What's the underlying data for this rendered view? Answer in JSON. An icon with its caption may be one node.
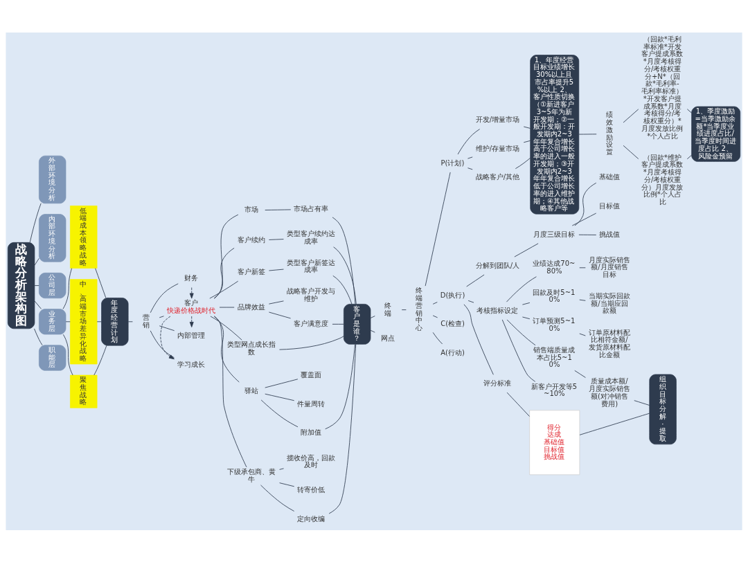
{
  "diagram": {
    "nodes": [
      {
        "text": [
          "战略分析架构图"
        ]
      },
      {
        "text": [
          "外部环境分析"
        ]
      },
      {
        "text": [
          "内部环境分析"
        ]
      },
      {
        "text": [
          "公司层"
        ]
      },
      {
        "text": [
          "业务层"
        ]
      },
      {
        "text": [
          "职能层"
        ]
      },
      {
        "text": [
          "低端成本领略战略"
        ]
      },
      {
        "text": [
          "中、高端市场差异化战略"
        ]
      },
      {
        "text": [
          "聚焦战略"
        ]
      },
      {
        "text": [
          "年度经营计划"
        ]
      },
      {
        "text": [
          "营销"
        ]
      },
      {
        "text": [
          "财务"
        ]
      },
      {
        "text": [
          "客户",
          "快递价格战时代"
        ]
      },
      {
        "text": [
          "内部管理"
        ]
      },
      {
        "text": [
          "学习成长"
        ]
      },
      {
        "text": [
          "市场"
        ]
      },
      {
        "text": [
          "市场占有率"
        ]
      },
      {
        "text": [
          "客户续约"
        ]
      },
      {
        "text": [
          "类型客户续约达成率"
        ]
      },
      {
        "text": [
          "客户新签"
        ]
      },
      {
        "text": [
          "类型客户新签达成率"
        ]
      },
      {
        "text": [
          "品牌效益"
        ]
      },
      {
        "text": [
          "战略客户开发与维护"
        ]
      },
      {
        "text": [
          "客户满意度"
        ]
      },
      {
        "text": [
          "类型网点成长指数"
        ]
      },
      {
        "text": [
          "驿站"
        ]
      },
      {
        "text": [
          "覆盖面"
        ]
      },
      {
        "text": [
          "件量周转"
        ]
      },
      {
        "text": [
          "附加值"
        ]
      },
      {
        "text": [
          "下级承包商、黄牛"
        ]
      },
      {
        "text": [
          "揽收价高，回款及时"
        ]
      },
      {
        "text": [
          "转寄价低"
        ]
      },
      {
        "text": [
          "定向收编"
        ]
      },
      {
        "text": [
          "客户是谁？"
        ]
      },
      {
        "text": [
          "终端"
        ]
      },
      {
        "text": [
          "终端营销中心"
        ]
      },
      {
        "text": [
          "网点"
        ]
      },
      {
        "text": [
          "P(计划)"
        ]
      },
      {
        "text": [
          "D(执行)"
        ]
      },
      {
        "text": [
          "C(检查)"
        ]
      },
      {
        "text": [
          "A(行动)"
        ]
      },
      {
        "text": [
          "开发/增量市场"
        ]
      },
      {
        "text": [
          "维护/存量市场"
        ]
      },
      {
        "text": [
          "战略客户/其他"
        ]
      },
      {
        "text": [
          "1、年度经营目标业绩增长30%以上且市占率提升5%以上 2、客户性质切换（①新进客户3~5年为新开发期；②一般开发期：开发期内2~3年年复合增长高于公司增长率的进入一般开发期；③开发期内2~3年年复合增长低于公司增长率的进入维护期；④其他战略客户等"
        ]
      },
      {
        "text": [
          "绩效激励设置"
        ]
      },
      {
        "text": [
          "（回款*毛利率标准*开发客户提成系数*月度考核得分/考核权重分+N*（回款*毛利率-毛利率标准）*开发客户提成系数*月度考核得分/考核权重分）*月度发放比例*个人占比"
        ]
      },
      {
        "text": [
          "（回款*维护客户提成系数*月度考核得分/考核权重分）月度发放比例*个人占比"
        ]
      },
      {
        "text": [
          "1、季度激励=当季激励余额*当季度业绩进度占比/当季度时间进度占比 2、风险金预留"
        ]
      },
      {
        "text": [
          "分解到团队/人"
        ]
      },
      {
        "text": [
          "月度三级目标"
        ]
      },
      {
        "text": [
          "基础值"
        ]
      },
      {
        "text": [
          "目标值"
        ]
      },
      {
        "text": [
          "挑战值"
        ]
      },
      {
        "text": [
          "考核指标设定"
        ]
      },
      {
        "text": [
          "业绩达成70~80%"
        ]
      },
      {
        "text": [
          "月度实际销售额/月度销售目标"
        ]
      },
      {
        "text": [
          "回款及时5~10%"
        ]
      },
      {
        "text": [
          "当期实际回款额/当期应回款额"
        ]
      },
      {
        "text": [
          "订单预测5~10%"
        ]
      },
      {
        "text": [
          "订单原材料配比相符金额/发货原材料配比金额"
        ]
      },
      {
        "text": [
          "销售端质量成本占比5~10%"
        ]
      },
      {
        "text": [
          "质量成本额/月度实际销售额(对冲销售费用)"
        ]
      },
      {
        "text": [
          "新客户开发等5~10%"
        ]
      },
      {
        "text": [
          "评分标准"
        ]
      },
      {
        "text": [
          "得分",
          "达成",
          "基础值",
          "目标值",
          "挑战值"
        ]
      },
      {
        "text": [
          "组织目标分解·提取"
        ]
      }
    ],
    "edges": [
      {
        "from": 0,
        "to": 1,
        "arrow": "none"
      },
      {
        "from": 0,
        "to": 2,
        "arrow": "none"
      },
      {
        "from": 0,
        "to": 3,
        "arrow": "none"
      },
      {
        "from": 0,
        "to": 4,
        "arrow": "none"
      },
      {
        "from": 0,
        "to": 5,
        "arrow": "none"
      },
      {
        "from": 4,
        "to": 6,
        "arrow": "none"
      },
      {
        "from": 4,
        "to": 7,
        "arrow": "none"
      },
      {
        "from": 4,
        "to": 8,
        "arrow": "none"
      },
      {
        "from": 6,
        "to": 9,
        "arrow": "none"
      },
      {
        "from": 7,
        "to": 9,
        "arrow": "none"
      },
      {
        "from": 8,
        "to": 9,
        "arrow": "none"
      },
      {
        "from": 9,
        "to": 10,
        "arrow": "none"
      },
      {
        "from": 10,
        "to": 11,
        "arrow": "none"
      },
      {
        "from": 10,
        "to": 12,
        "arrow": "none"
      },
      {
        "from": 10,
        "to": 13,
        "arrow": "none"
      },
      {
        "from": 10,
        "to": 14,
        "arrow": "none"
      },
      {
        "from": 11,
        "to": 12,
        "arrow": "to",
        "style": "dashed"
      },
      {
        "from": 12,
        "to": 13,
        "arrow": "to",
        "style": "dashed"
      },
      {
        "from": 12,
        "to": 14,
        "arrow": "to",
        "style": "dashed"
      },
      {
        "from": 12,
        "to": 15,
        "arrow": "none"
      },
      {
        "from": 12,
        "to": 17,
        "arrow": "none"
      },
      {
        "from": 12,
        "to": 19,
        "arrow": "none"
      },
      {
        "from": 12,
        "to": 21,
        "arrow": "none"
      },
      {
        "from": 12,
        "to": 24,
        "arrow": "none"
      },
      {
        "from": 12,
        "to": 25,
        "arrow": "none"
      },
      {
        "from": 12,
        "to": 29,
        "arrow": "none"
      },
      {
        "from": 15,
        "to": 16,
        "arrow": "none"
      },
      {
        "from": 17,
        "to": 18,
        "arrow": "none"
      },
      {
        "from": 19,
        "to": 20,
        "arrow": "none"
      },
      {
        "from": 21,
        "to": 22,
        "arrow": "none"
      },
      {
        "from": 21,
        "to": 23,
        "arrow": "none"
      },
      {
        "from": 25,
        "to": 26,
        "arrow": "none"
      },
      {
        "from": 25,
        "to": 27,
        "arrow": "none"
      },
      {
        "from": 25,
        "to": 28,
        "arrow": "none"
      },
      {
        "from": 29,
        "to": 30,
        "arrow": "none"
      },
      {
        "from": 29,
        "to": 31,
        "arrow": "none"
      },
      {
        "from": 29,
        "to": 32,
        "arrow": "none"
      },
      {
        "from": 16,
        "to": 33,
        "arrow": "none"
      },
      {
        "from": 18,
        "to": 33,
        "arrow": "none"
      },
      {
        "from": 20,
        "to": 33,
        "arrow": "none"
      },
      {
        "from": 23,
        "to": 33,
        "arrow": "none"
      },
      {
        "from": 24,
        "to": 33,
        "arrow": "none"
      },
      {
        "from": 28,
        "to": 33,
        "arrow": "none"
      },
      {
        "from": 32,
        "to": 33,
        "arrow": "none"
      },
      {
        "from": 33,
        "to": 34,
        "arrow": "none"
      },
      {
        "from": 33,
        "to": 36,
        "arrow": "none"
      },
      {
        "from": 34,
        "to": 35,
        "arrow": "none"
      },
      {
        "from": 35,
        "to": 37,
        "arrow": "none"
      },
      {
        "from": 35,
        "to": 38,
        "arrow": "none"
      },
      {
        "from": 35,
        "to": 39,
        "arrow": "none"
      },
      {
        "from": 35,
        "to": 40,
        "arrow": "none"
      },
      {
        "from": 37,
        "to": 41,
        "arrow": "none"
      },
      {
        "from": 37,
        "to": 42,
        "arrow": "none"
      },
      {
        "from": 37,
        "to": 43,
        "arrow": "none"
      },
      {
        "from": 41,
        "to": 44,
        "arrow": "none"
      },
      {
        "from": 42,
        "to": 44,
        "arrow": "none"
      },
      {
        "from": 43,
        "to": 44,
        "arrow": "none"
      },
      {
        "from": 44,
        "to": 45,
        "arrow": "none"
      },
      {
        "from": 45,
        "to": 46,
        "arrow": "none"
      },
      {
        "from": 45,
        "to": 47,
        "arrow": "none"
      },
      {
        "from": 46,
        "to": 48,
        "arrow": "none"
      },
      {
        "from": 47,
        "to": 48,
        "arrow": "none"
      },
      {
        "from": 38,
        "to": 49,
        "arrow": "none"
      },
      {
        "from": 38,
        "to": 54,
        "arrow": "none"
      },
      {
        "from": 38,
        "to": 64,
        "arrow": "none"
      },
      {
        "from": 49,
        "to": 50,
        "arrow": "none"
      },
      {
        "from": 50,
        "to": 51,
        "arrow": "none"
      },
      {
        "from": 50,
        "to": 52,
        "arrow": "none"
      },
      {
        "from": 50,
        "to": 53,
        "arrow": "none"
      },
      {
        "from": 54,
        "to": 55,
        "arrow": "none"
      },
      {
        "from": 54,
        "to": 57,
        "arrow": "none"
      },
      {
        "from": 54,
        "to": 59,
        "arrow": "none"
      },
      {
        "from": 54,
        "to": 61,
        "arrow": "none"
      },
      {
        "from": 54,
        "to": 63,
        "arrow": "none"
      },
      {
        "from": 55,
        "to": 56,
        "arrow": "none"
      },
      {
        "from": 57,
        "to": 58,
        "arrow": "none"
      },
      {
        "from": 59,
        "to": 60,
        "arrow": "none"
      },
      {
        "from": 61,
        "to": 62,
        "arrow": "none"
      },
      {
        "from": 64,
        "to": 65,
        "arrow": "none"
      },
      {
        "from": 62,
        "to": 66,
        "arrow": "none"
      },
      {
        "from": 65,
        "to": 66,
        "arrow": "none"
      }
    ]
  }
}
